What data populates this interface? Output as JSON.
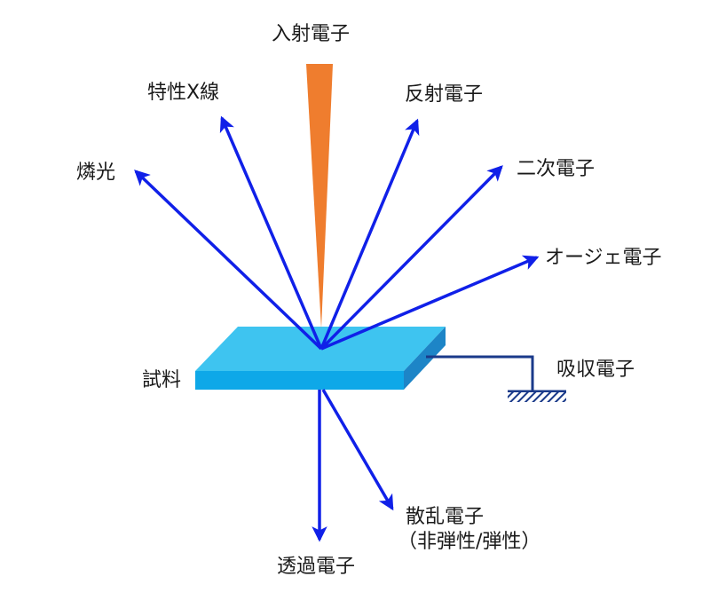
{
  "labels": {
    "incident": "入射電子",
    "characteristic_xray": "特性X線",
    "reflected": "反射電子",
    "fluorescence": "燐光",
    "secondary": "二次電子",
    "auger": "オージェ電子",
    "sample": "試料",
    "absorbed": "吸収電子",
    "scattered": "散乱電子",
    "scattered_note": "（非弾性/弾性）",
    "transmitted": "透過電子"
  },
  "colors": {
    "arrow": "#1020e8",
    "beam": "#ef7d2e",
    "sample_top": "#3ec4f0",
    "sample_front": "#0ea8e8",
    "sample_side": "#1d85c7",
    "ground": "#1a3a8a"
  }
}
